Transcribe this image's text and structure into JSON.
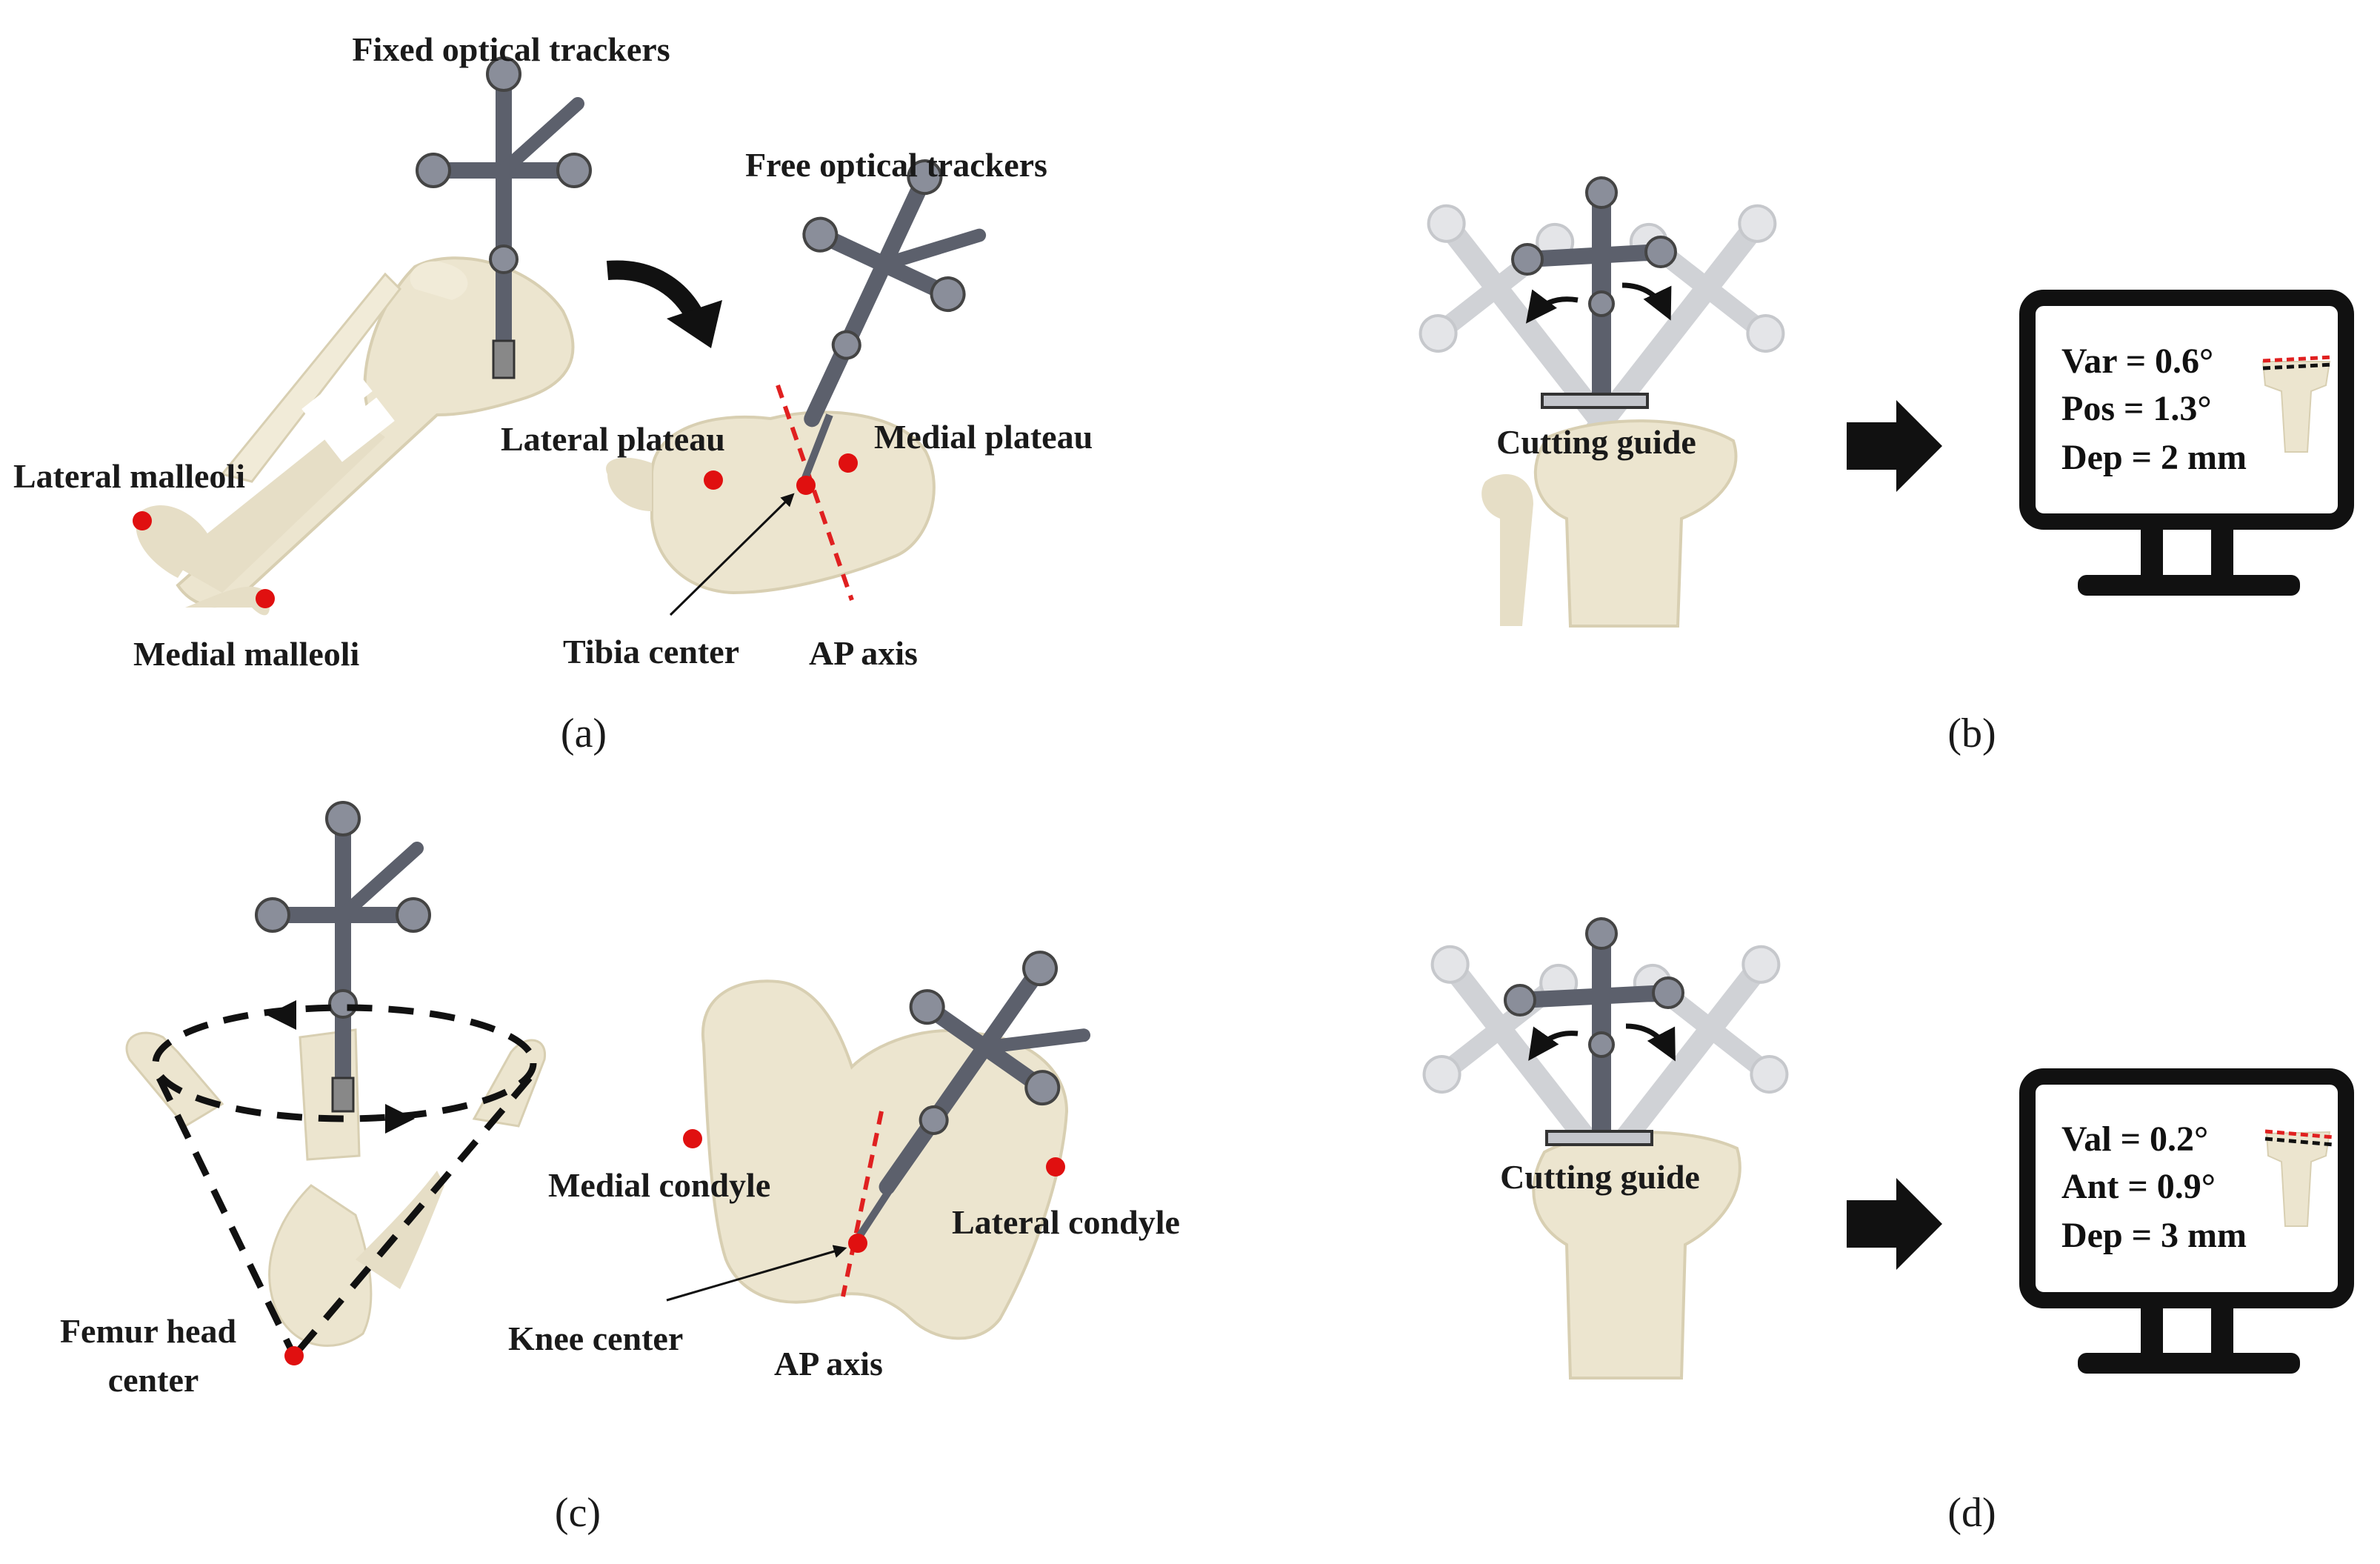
{
  "labels": {
    "fixed_trackers": "Fixed optical trackers",
    "free_trackers": "Free optical trackers",
    "lateral_malleoli": "Lateral malleoli",
    "medial_malleoli": "Medial malleoli",
    "lateral_plateau": "Lateral plateau",
    "medial_plateau": "Medial plateau",
    "tibia_center": "Tibia center",
    "ap_axis_a": "AP axis",
    "cutting_guide_b": "Cutting guide",
    "femur_head_1": "Femur head",
    "femur_head_2": "center",
    "medial_condyle": "Medial condyle",
    "lateral_condyle": "Lateral condyle",
    "knee_center": "Knee center",
    "ap_axis_c": "AP axis",
    "cutting_guide_d": "Cutting guide"
  },
  "captions": {
    "a": "(a)",
    "b": "(b)",
    "c": "(c)",
    "d": "(d)"
  },
  "monitor_b": {
    "line1": "Var = 0.6°",
    "line2": "Pos = 1.3°",
    "line3": "Dep = 2 mm"
  },
  "monitor_d": {
    "line1": "Val = 0.2°",
    "line2": "Ant = 0.9°",
    "line3": "Dep = 3 mm"
  },
  "colors": {
    "bone": "#ece5cf",
    "bone_shade": "#d8cfb2",
    "tracker": "#6e7280",
    "marker_dot": "#e01010",
    "axis_line": "#e02020",
    "ink": "#111111"
  }
}
